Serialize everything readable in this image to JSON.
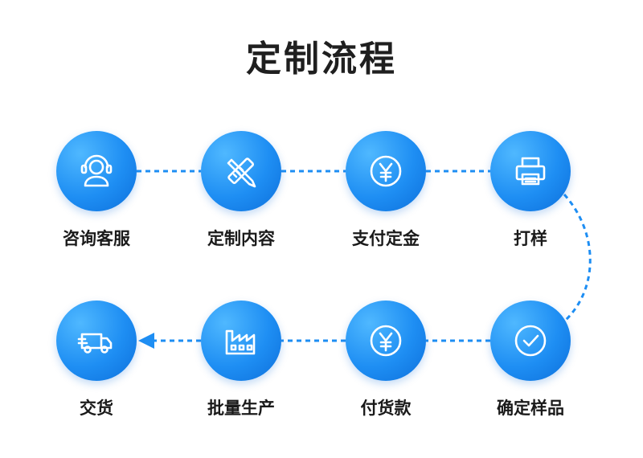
{
  "title": "定制流程",
  "steps": [
    {
      "label": "咨询客服",
      "icon": "headset-icon"
    },
    {
      "label": "定制内容",
      "icon": "pencil-ruler-icon"
    },
    {
      "label": "支付定金",
      "icon": "yuan-coin-icon"
    },
    {
      "label": "打样",
      "icon": "printer-icon"
    },
    {
      "label": "确定样品",
      "icon": "checkmark-circle-icon"
    },
    {
      "label": "付货款",
      "icon": "yuan-coin-icon"
    },
    {
      "label": "批量生产",
      "icon": "factory-icon"
    },
    {
      "label": "交货",
      "icon": "delivery-truck-icon"
    }
  ],
  "colors": {
    "accent": "#1e8ef3",
    "accent_dark": "#0d6fdb",
    "text": "#1a1a1a"
  }
}
